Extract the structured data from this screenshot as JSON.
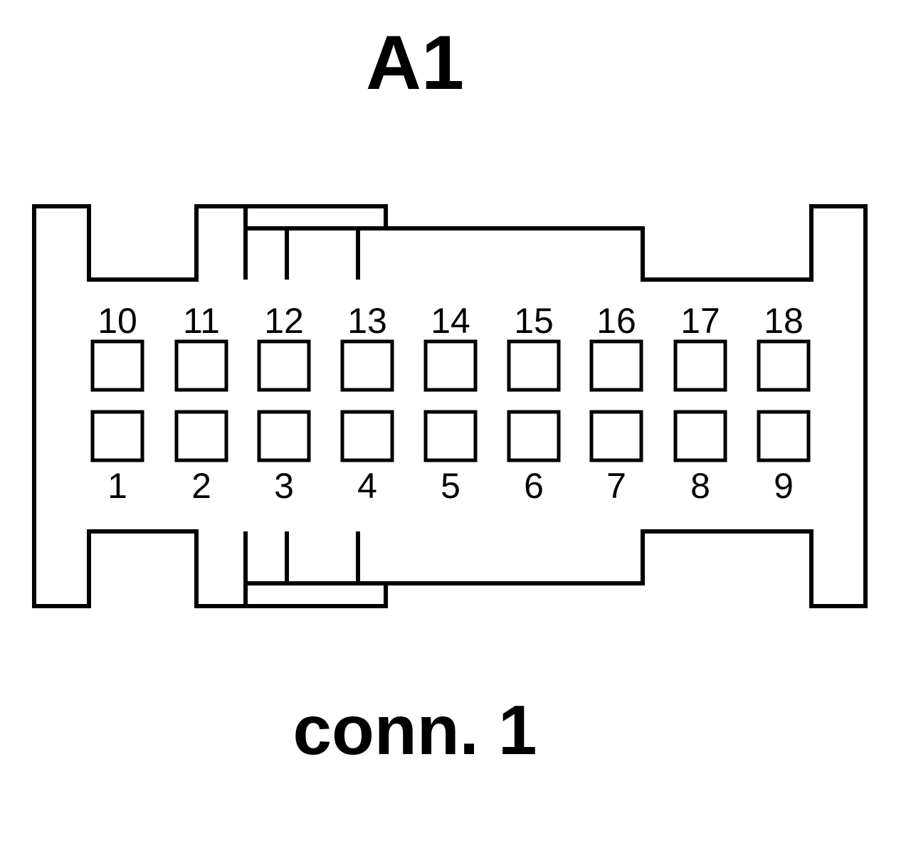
{
  "connector": {
    "title": "A1",
    "label": "conn. 1",
    "top_row_pins": [
      "10",
      "11",
      "12",
      "13",
      "14",
      "15",
      "16",
      "17",
      "18"
    ],
    "bottom_row_pins": [
      "1",
      "2",
      "3",
      "4",
      "5",
      "6",
      "7",
      "8",
      "9"
    ]
  },
  "colors": {
    "stroke": "#000000",
    "background": "#ffffff"
  }
}
